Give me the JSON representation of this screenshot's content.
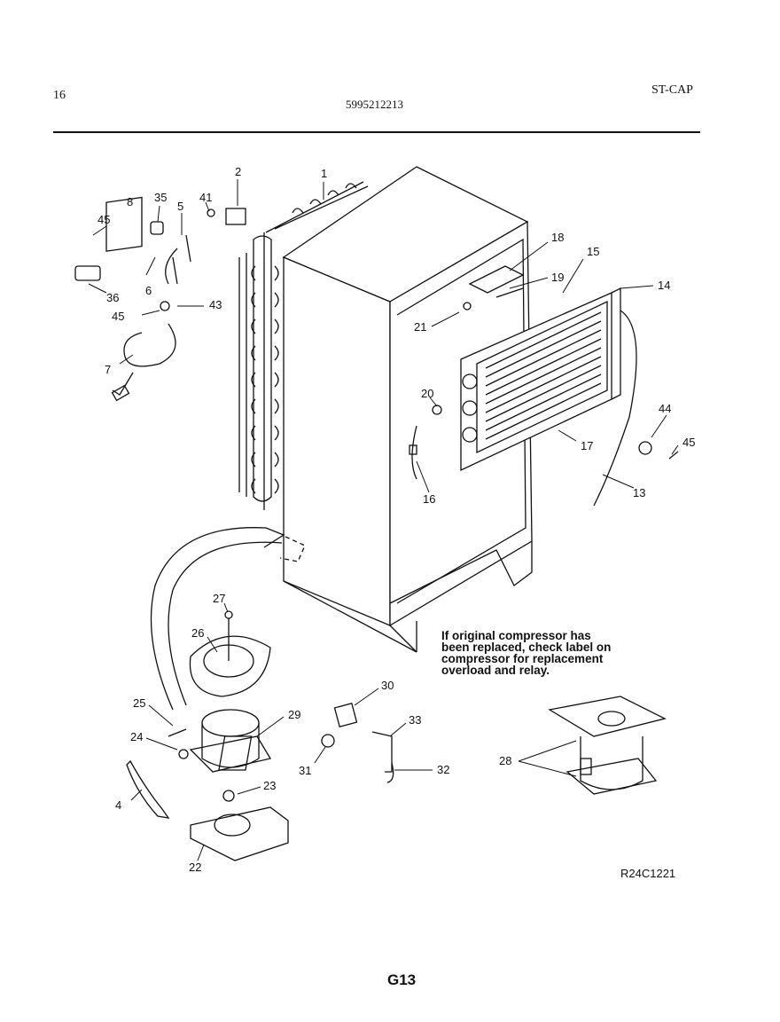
{
  "header": {
    "page_number": "16",
    "part_number": "5995212213",
    "model_code": "ST-CAP"
  },
  "callouts": [
    "1",
    "2",
    "41",
    "35",
    "8",
    "45",
    "5",
    "36",
    "6",
    "45",
    "43",
    "7",
    "18",
    "15",
    "14",
    "19",
    "21",
    "20",
    "16",
    "44",
    "45",
    "17",
    "13",
    "27",
    "26",
    "25",
    "29",
    "24",
    "30",
    "33",
    "31",
    "32",
    "23",
    "4",
    "22",
    "28"
  ],
  "note": {
    "lines": [
      "If original compressor has",
      "been replaced, check label on",
      "compressor for replacement",
      "overload and relay."
    ]
  },
  "reference_code": "R24C1221",
  "page_code": "G13"
}
